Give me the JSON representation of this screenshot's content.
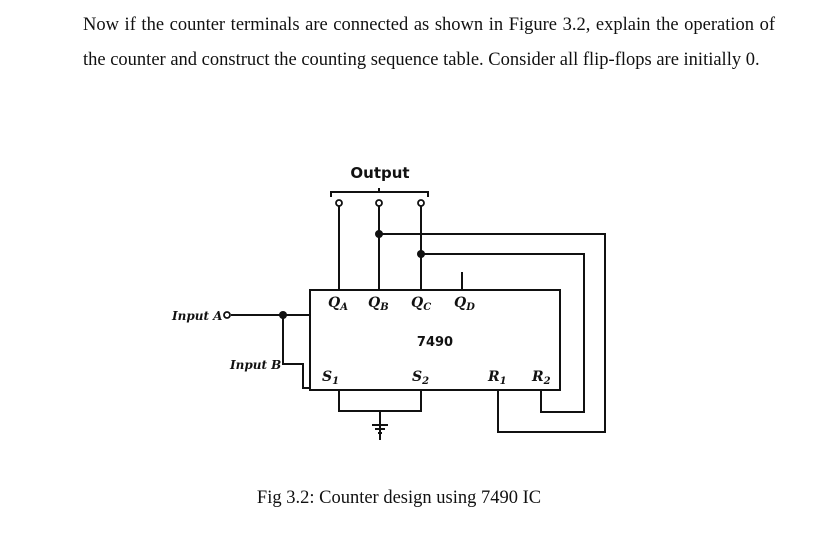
{
  "question": {
    "text": "Now if the counter terminals are connected as shown in Figure 3.2, explain the operation of the counter and construct the counting sequence table. Consider all flip-flops are initially 0."
  },
  "figure": {
    "output_label": "Output",
    "chip_label": "7490",
    "input_a_label": "Input A",
    "input_b_label": "Input B",
    "pins": {
      "qa": "Q",
      "qa_sub": "A",
      "qb": "Q",
      "qb_sub": "B",
      "qc": "Q",
      "qc_sub": "C",
      "qd": "Q",
      "qd_sub": "D",
      "s1": "S",
      "s1_sub": "1",
      "s2": "S",
      "s2_sub": "2",
      "r1": "R",
      "r1_sub": "1",
      "r2": "R",
      "r2_sub": "2"
    },
    "caption": "Fig 3.2: Counter design using 7490 IC"
  }
}
